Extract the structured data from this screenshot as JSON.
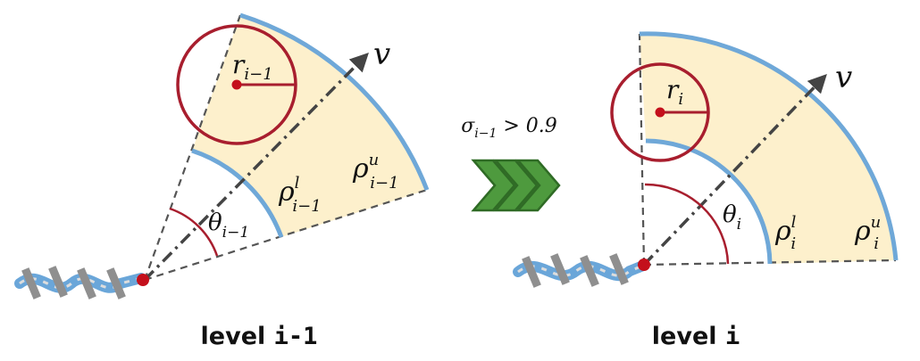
{
  "transition_label": "σ_{i−1} > 0.9",
  "colors": {
    "sector_fill": "#fdf0cc",
    "arc_blue": "#6fa8d8",
    "circle_red": "#a81e2e",
    "point_red": "#c4101c",
    "arrow_green": "#4e9a3e",
    "arrow_green_dark": "#2f6b25",
    "dashed_gray": "#555555",
    "tube_blue": "#6aa6d9",
    "tube_gray": "#8f8f8f"
  },
  "panels": [
    {
      "caption_word": "level",
      "caption_index": "i-1",
      "radius_label": "r",
      "radius_sub": "i−1",
      "theta_label": "θ",
      "theta_sub": "i−1",
      "rho_lower": "ρ",
      "rho_lower_sup": "l",
      "rho_lower_sub": "i−1",
      "rho_upper": "ρ",
      "rho_upper_sup": "u",
      "rho_upper_sub": "i−1",
      "direction_label": "v"
    },
    {
      "caption_word": "level",
      "caption_index": "i",
      "radius_label": "r",
      "radius_sub": "i",
      "theta_label": "θ",
      "theta_sub": "i",
      "rho_lower": "ρ",
      "rho_lower_sup": "l",
      "rho_lower_sub": "i",
      "rho_upper": "ρ",
      "rho_upper_sup": "u",
      "rho_upper_sub": "i",
      "direction_label": "v"
    }
  ]
}
